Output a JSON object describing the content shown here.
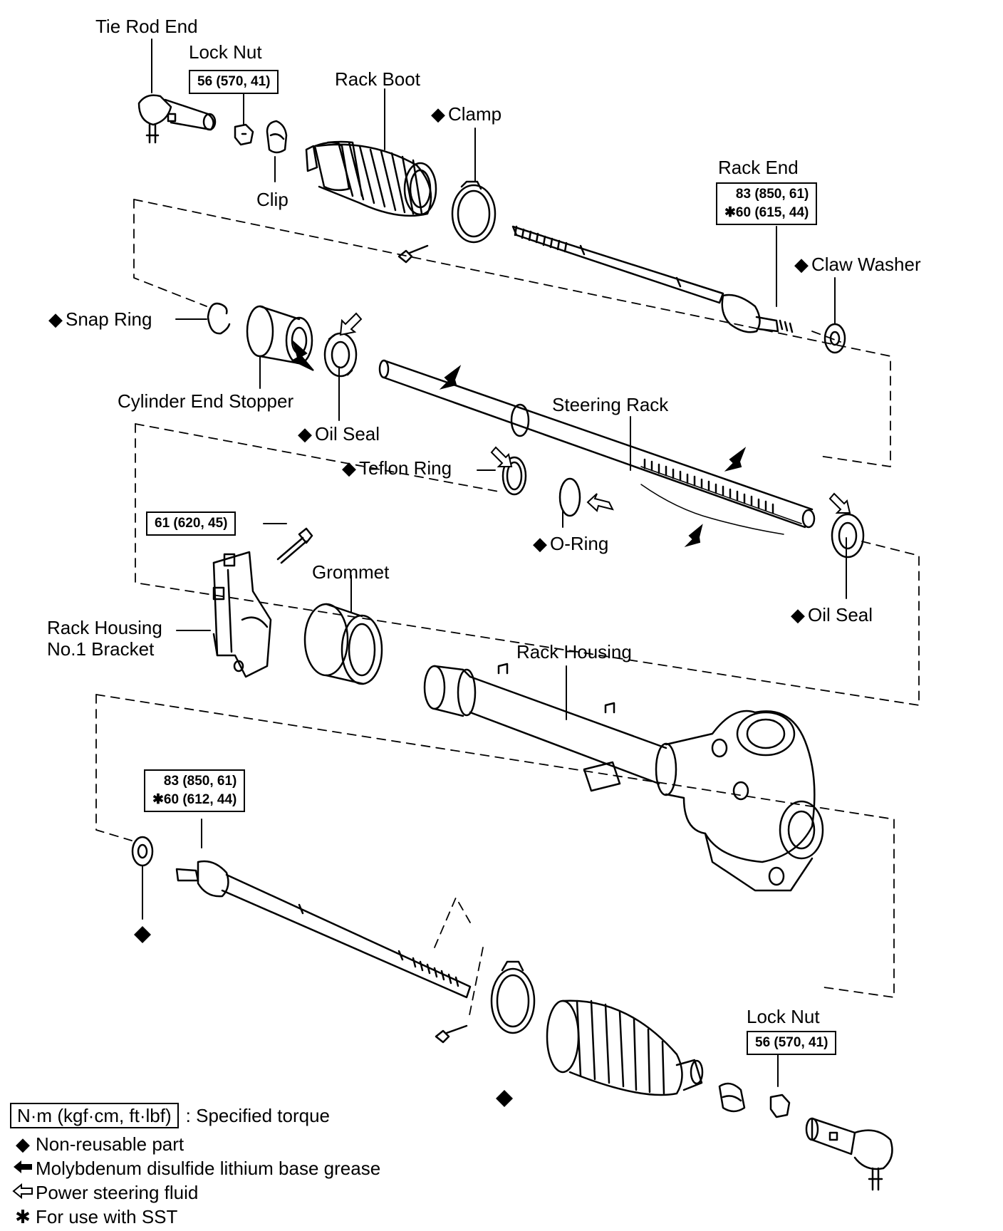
{
  "labels": {
    "tie_rod_end": "Tie Rod End",
    "lock_nut_top": "Lock Nut",
    "rack_boot": "Rack Boot",
    "clamp": "Clamp",
    "clip": "Clip",
    "rack_end": "Rack End",
    "claw_washer": "Claw Washer",
    "snap_ring": "Snap Ring",
    "cylinder_end_stopper": "Cylinder End Stopper",
    "oil_seal_top": "Oil Seal",
    "steering_rack": "Steering Rack",
    "teflon_ring": "Teflon Ring",
    "o_ring": "O-Ring",
    "oil_seal_right": "Oil Seal",
    "grommet": "Grommet",
    "rack_housing_bracket_line1": "Rack Housing",
    "rack_housing_bracket_line2": "No.1 Bracket",
    "rack_housing": "Rack Housing",
    "lock_nut_bottom": "Lock Nut"
  },
  "torques": {
    "lock_nut_top": "56 (570, 41)",
    "rack_end_line1": "83 (850, 61)",
    "rack_end_line2": "✱60 (615, 44)",
    "bracket_bolt": "61 (620, 45)",
    "lower_rack_end_line1": "83 (850, 61)",
    "lower_rack_end_line2": "✱60 (612, 44)",
    "lock_nut_bottom": "56 (570, 41)"
  },
  "legend": {
    "torque_unit": "N·m (kgf·cm, ft·lbf)",
    "torque_desc": ": Specified torque",
    "non_reusable": "Non-reusable part",
    "moly_grease": "Molybdenum disulfide lithium base grease",
    "ps_fluid": "Power steering fluid",
    "sst": "For use with SST"
  },
  "symbols": {
    "non_reusable": "◆",
    "sst": "✱"
  },
  "icons": [
    "diamond-icon",
    "filled-arrow-icon",
    "hollow-arrow-icon",
    "asterisk-icon"
  ]
}
